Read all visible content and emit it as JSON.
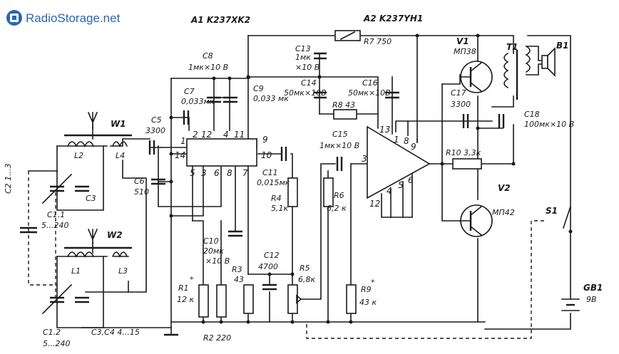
{
  "logo": {
    "text": "RadioStorage.net",
    "color": "#2a66b5"
  },
  "ics": {
    "a1": {
      "label": "A1 K237XK2",
      "pins": [
        "2",
        "12",
        "4",
        "11",
        "9",
        "1",
        "14",
        "10",
        "5",
        "3",
        "6",
        "8",
        "7"
      ]
    },
    "a2": {
      "label": "A2 K237YH1",
      "pins": [
        "3",
        "1",
        "8",
        "9",
        "13",
        "4",
        "5",
        "6",
        "12"
      ]
    }
  },
  "components": {
    "r7": "R7 750",
    "c13": [
      "C13",
      "1мк",
      "×10 B"
    ],
    "v1": [
      "V1",
      "MП38"
    ],
    "t1": "T1",
    "b1": "B1",
    "c8": [
      "C8",
      "1мк×10 B"
    ],
    "c7": [
      "C7",
      "0,033мк"
    ],
    "c9": [
      "C9",
      "0,033 мк"
    ],
    "c14": [
      "C14",
      "50мк×10B"
    ],
    "c16": [
      "C16",
      "50мк×10B"
    ],
    "r8": "R8 43",
    "c17": [
      "C17",
      "3300"
    ],
    "c18": [
      "C18",
      "100мк×10 B"
    ],
    "w1": "W1",
    "c5": [
      "C5",
      "3300"
    ],
    "l2": "L2",
    "l4": "L4",
    "c3": "C3",
    "c6": [
      "C6",
      "510"
    ],
    "c15": [
      "C15",
      "1мк×10 B"
    ],
    "c11": [
      "C11",
      "0,015мк"
    ],
    "r4": [
      "R4",
      "5,1к"
    ],
    "r6": [
      "R6",
      "6,2 к"
    ],
    "r10": "R10 3,3к",
    "c2": "C2 1...3",
    "c11a": [
      "C1.1",
      "5...240"
    ],
    "w2": "W2",
    "v2": [
      "V2",
      "MП42"
    ],
    "s1": "S1",
    "l1": "L1",
    "l3": "L3",
    "c10": [
      "C10",
      "20мк",
      "×10 B"
    ],
    "c12": [
      "C12",
      "4700"
    ],
    "r1": [
      "R1",
      "12 к"
    ],
    "r3": [
      "R3",
      "43"
    ],
    "r5": [
      "R5",
      "6,8к"
    ],
    "r9": [
      "R9",
      "43 к"
    ],
    "gb1": [
      "GB1",
      "9B"
    ],
    "c12a": [
      "C1.2",
      "5...240"
    ],
    "c34": "C3,C4  4...15",
    "r2": "R2 220",
    "star": "*"
  }
}
